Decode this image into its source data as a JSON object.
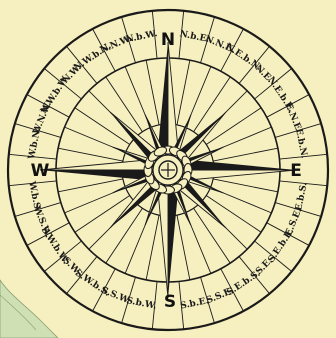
{
  "compass": {
    "cardinals": {
      "north": "N",
      "east": "E",
      "south": "S",
      "west": "W"
    },
    "points": [
      {
        "label": "N.b.E.",
        "bearing": 11.25
      },
      {
        "label": "N.N.E.",
        "bearing": 22.5
      },
      {
        "label": "N.E.b.N.",
        "bearing": 33.75
      },
      {
        "label": "N.E.",
        "bearing": 45
      },
      {
        "label": "N.E.b.E.",
        "bearing": 56.25
      },
      {
        "label": "E.N.E.",
        "bearing": 67.5
      },
      {
        "label": "E.b.N.",
        "bearing": 78.75
      },
      {
        "label": "E.b.S.",
        "bearing": 101.25
      },
      {
        "label": "E.S.E.",
        "bearing": 112.5
      },
      {
        "label": "S.E.b.E.",
        "bearing": 123.75
      },
      {
        "label": "S.E.",
        "bearing": 135
      },
      {
        "label": "S.E.b.S.",
        "bearing": 146.25
      },
      {
        "label": "S.S.E.",
        "bearing": 157.5
      },
      {
        "label": "S.b.E.",
        "bearing": 168.75
      },
      {
        "label": "S.b.W.",
        "bearing": 191.25
      },
      {
        "label": "S.S.W.",
        "bearing": 202.5
      },
      {
        "label": "S.W.b.S.",
        "bearing": 213.75
      },
      {
        "label": "S.W.",
        "bearing": 225
      },
      {
        "label": "S.W.b.W.",
        "bearing": 236.25
      },
      {
        "label": "W.S.W.",
        "bearing": 247.5
      },
      {
        "label": "W.b.S.",
        "bearing": 258.75
      },
      {
        "label": "W.b.N.",
        "bearing": 281.25
      },
      {
        "label": "W.N.W.",
        "bearing": 292.5
      },
      {
        "label": "N.W.b.W.",
        "bearing": 303.75
      },
      {
        "label": "N.W.",
        "bearing": 315
      },
      {
        "label": "N.W.b.N.",
        "bearing": 326.25
      },
      {
        "label": "N.N.W.",
        "bearing": 337.5
      },
      {
        "label": "N.b.W.",
        "bearing": 348.75
      }
    ]
  },
  "colors": {
    "paper": "#f6efbf",
    "ink": "#1a1a1a",
    "land": "#cfe0b4"
  }
}
